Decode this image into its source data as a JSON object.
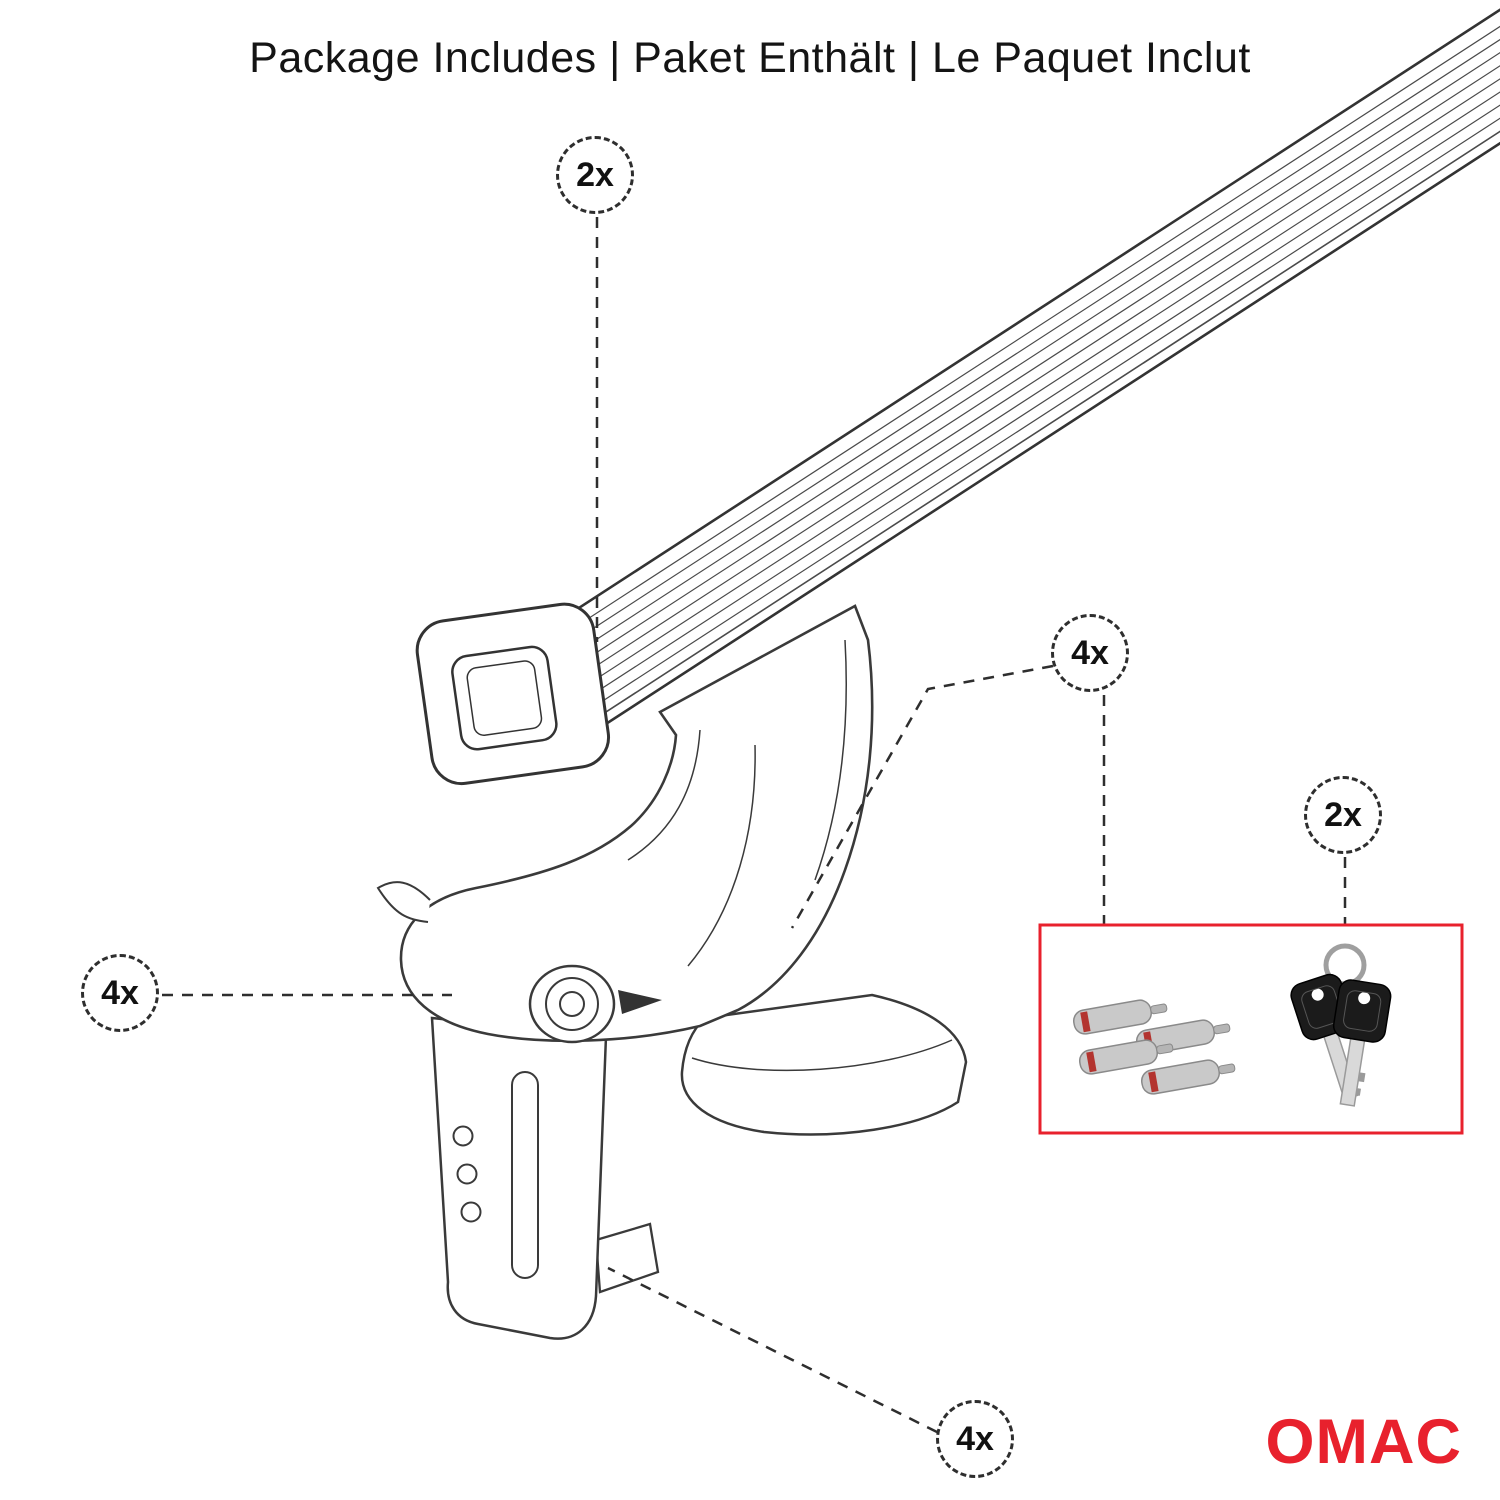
{
  "title": "Package Includes | Paket Enthält | Le Paquet Inclut",
  "colors": {
    "accent_red": "#e8212d",
    "line_art": "#3a3a3a",
    "dashed_leader": "#2e2e2e",
    "key_head": "#1b1b1b",
    "metal_gray": "#c9c9c9"
  },
  "callouts": [
    {
      "id": "crossbar-count",
      "label": "2x"
    },
    {
      "id": "lock-bolt-count",
      "label": "4x"
    },
    {
      "id": "key-count",
      "label": "2x"
    },
    {
      "id": "mount-foot-count",
      "label": "4x"
    },
    {
      "id": "clamp-plate-count",
      "label": "4x"
    }
  ],
  "brand": {
    "logo_text": "OMAC"
  }
}
